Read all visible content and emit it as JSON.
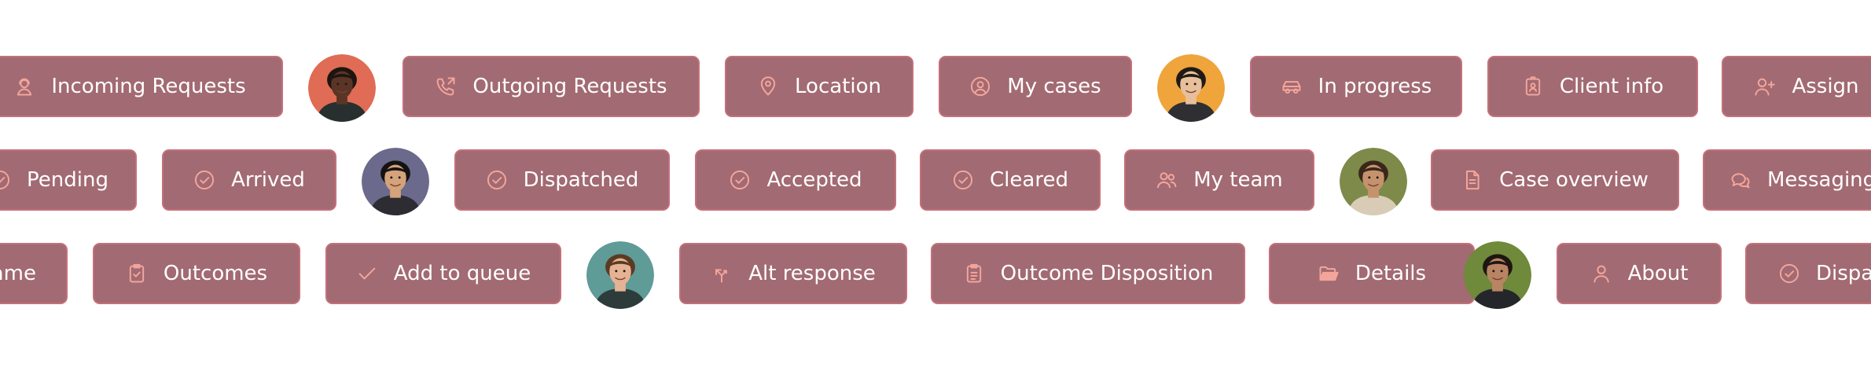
{
  "colors": {
    "chip_bg": "#a26a72",
    "chip_border": "#c4707a",
    "chip_text": "#ffffff",
    "icon_stroke": "#f3a59b"
  },
  "rows": [
    [
      {
        "kind": "chip",
        "label": "Incoming Requests",
        "icon": "agent-icon"
      },
      {
        "kind": "avatar",
        "bg": "#e06c55",
        "skin": "#5a3526",
        "hair": "#1e1410",
        "shirt": "#27302f"
      },
      {
        "kind": "chip",
        "label": "Outgoing Requests",
        "icon": "phone-outgoing-icon"
      },
      {
        "kind": "chip",
        "label": "Location",
        "icon": "location-pin-icon"
      },
      {
        "kind": "chip",
        "label": "My cases",
        "icon": "user-circle-icon"
      },
      {
        "kind": "avatar",
        "bg": "#efa53b",
        "skin": "#e7bf9a",
        "hair": "#1f1a17",
        "shirt": "#2f2f33"
      },
      {
        "kind": "chip",
        "label": "In progress",
        "icon": "car-icon"
      },
      {
        "kind": "chip",
        "label": "Client info",
        "icon": "id-badge-icon"
      },
      {
        "kind": "chip",
        "label": "Assign",
        "icon": "user-plus-icon"
      }
    ],
    [
      {
        "kind": "chip",
        "label": "Pending",
        "icon": "check-circle-icon"
      },
      {
        "kind": "chip",
        "label": "Arrived",
        "icon": "check-circle-icon"
      },
      {
        "kind": "avatar",
        "bg": "#6b6a8c",
        "skin": "#d4a27b",
        "hair": "#151312",
        "shirt": "#2e2c33"
      },
      {
        "kind": "chip",
        "label": "Dispatched",
        "icon": "check-circle-icon"
      },
      {
        "kind": "chip",
        "label": "Accepted",
        "icon": "check-circle-icon"
      },
      {
        "kind": "chip",
        "label": "Cleared",
        "icon": "check-circle-icon"
      },
      {
        "kind": "chip",
        "label": "My team",
        "icon": "users-icon"
      },
      {
        "kind": "avatar",
        "bg": "#7d8a4a",
        "skin": "#c4936d",
        "hair": "#3a261a",
        "shirt": "#d9ccb7"
      },
      {
        "kind": "chip",
        "label": "Case overview",
        "icon": "document-icon"
      },
      {
        "kind": "chip",
        "label": "Messaging",
        "icon": "chat-bubbles-icon"
      }
    ],
    [
      {
        "kind": "chip",
        "label": "Name",
        "icon": ""
      },
      {
        "kind": "chip",
        "label": "Outcomes",
        "icon": "clipboard-check-icon"
      },
      {
        "kind": "chip",
        "label": "Add to queue",
        "icon": "checkmark-icon"
      },
      {
        "kind": "avatar",
        "bg": "#5f9b97",
        "skin": "#e5b394",
        "hair": "#5b3a24",
        "shirt": "#2d3c3b"
      },
      {
        "kind": "chip",
        "label": "Alt response",
        "icon": "split-arrow-icon"
      },
      {
        "kind": "chip",
        "label": "Outcome Disposition",
        "icon": "clipboard-list-icon"
      },
      {
        "kind": "chip",
        "label": "Details",
        "icon": "folder-open-icon"
      },
      {
        "kind": "avatar",
        "bg": "#6e8a3a",
        "skin": "#b98463",
        "hair": "#1d1612",
        "shirt": "#24262b"
      },
      {
        "kind": "chip",
        "label": "About",
        "icon": "user-icon"
      },
      {
        "kind": "chip",
        "label": "Dispatch",
        "icon": "check-circle-icon"
      }
    ]
  ]
}
